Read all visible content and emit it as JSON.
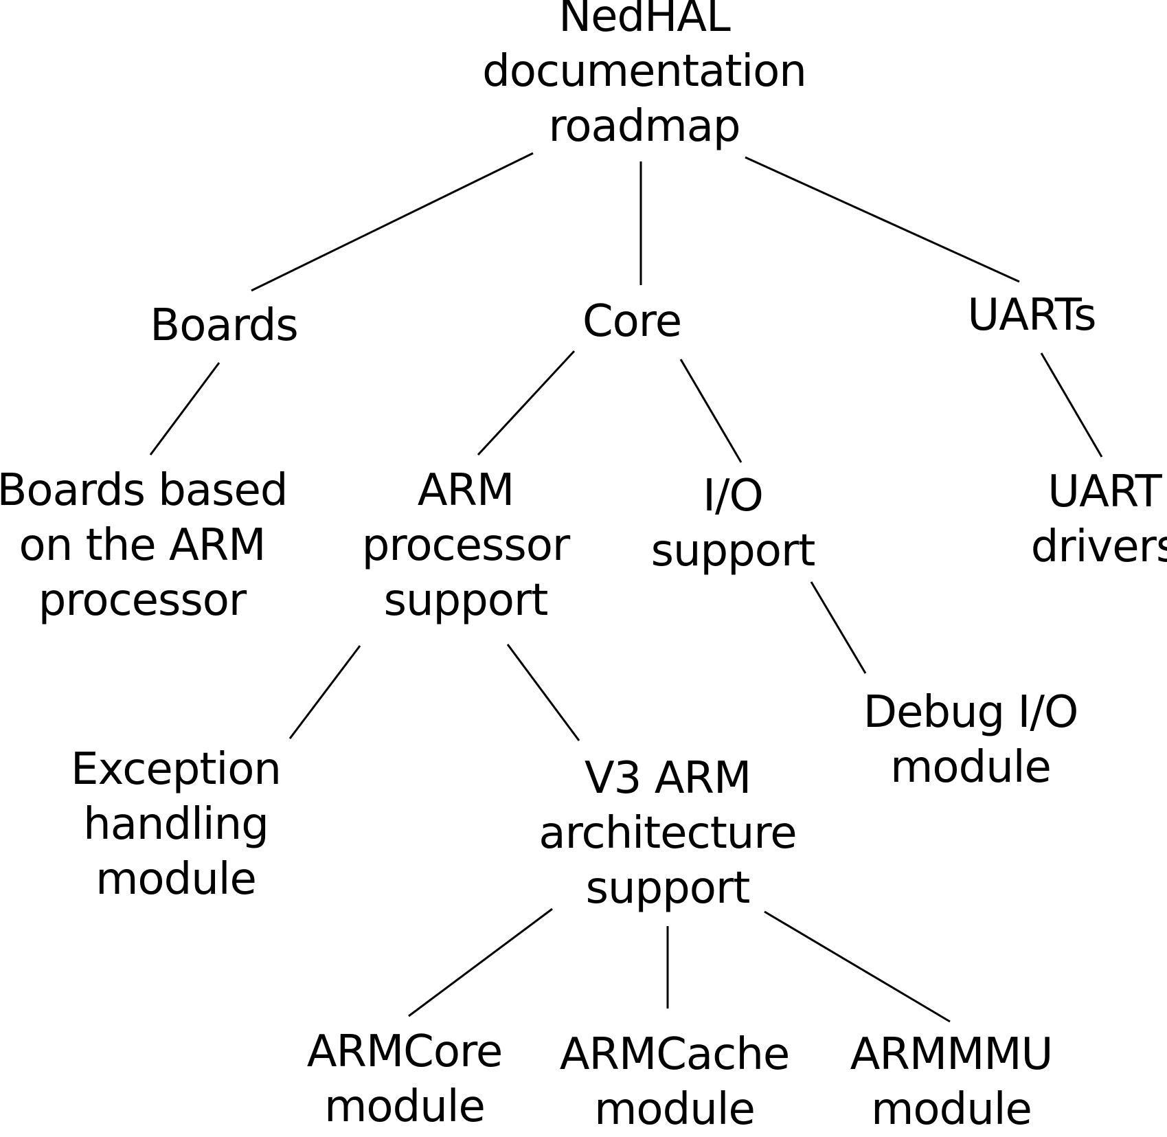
{
  "diagram": {
    "root": [
      "NedHAL",
      "documentation",
      "roadmap"
    ],
    "boards": [
      "Boards"
    ],
    "core": [
      "Core"
    ],
    "uarts": [
      "UARTs"
    ],
    "boards_arm": [
      "Boards based",
      "on the ARM",
      "processor"
    ],
    "arm_support": [
      "ARM",
      "processor",
      "support"
    ],
    "io_support": [
      "I/O",
      "support"
    ],
    "uart_drivers": [
      "UART",
      "drivers"
    ],
    "exception_module": [
      "Exception",
      "handling",
      "module"
    ],
    "v3_arm": [
      "V3 ARM",
      "architecture",
      "support"
    ],
    "debug_io": [
      "Debug I/O",
      "module"
    ],
    "armcore": [
      "ARMCore",
      "module"
    ],
    "armcache": [
      "ARMCache",
      "module"
    ],
    "armmmu": [
      "ARMMMU",
      "module"
    ]
  }
}
